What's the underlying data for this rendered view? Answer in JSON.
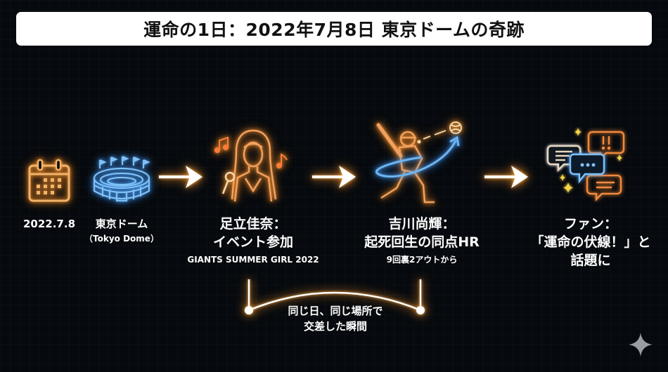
{
  "title": "運命の1日：2022年7月8日 東京ドームの奇跡",
  "colors": {
    "background": "#06090d",
    "title_bg": "#ffffff",
    "accent_orange": "#f0a050",
    "accent_orange_bright": "#ff8c2e",
    "accent_blue": "#6fb4f0",
    "accent_yellow": "#f5d24a",
    "text": "#ffffff"
  },
  "timeline": {
    "date": {
      "icon": "calendar-icon",
      "label": "2022.7.8"
    },
    "venue": {
      "icon": "stadium-icon",
      "label": "東京ドーム",
      "sublabel": "（Tokyo Dome）"
    },
    "steps": [
      {
        "icon": "singer-icon",
        "line1": "足立佳奈：",
        "line2": "イベント参加",
        "sub": "GIANTS SUMMER GIRL 2022"
      },
      {
        "icon": "batter-icon",
        "line1": "吉川尚輝：",
        "line2": "起死回生の同点HR",
        "sub": "9回裏2アウトから"
      },
      {
        "icon": "chat-bubbles-icon",
        "line1": "ファン：",
        "line2": "「運命の伏線！」と",
        "line3": "話題に"
      }
    ],
    "arrows": [
      "arrow-right-icon",
      "arrow-right-icon",
      "arrow-right-icon"
    ]
  },
  "bracket": {
    "line1": "同じ日、同じ場所で",
    "line2": "交差した瞬間"
  },
  "watermark": {
    "icon": "sparkle-icon"
  }
}
